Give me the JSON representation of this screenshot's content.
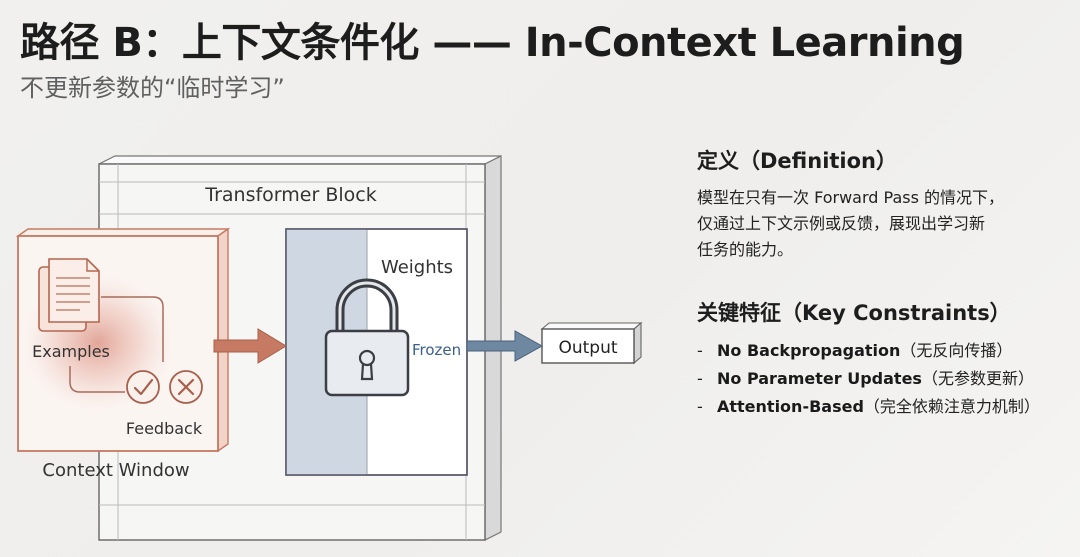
{
  "title": "路径 B：上下文条件化 —— In-Context Learning",
  "subtitle": "不更新参数的“临时学习”",
  "diagram": {
    "transformer_label": "Transformer Block",
    "weights_label": "Weights",
    "frozen_label": "Frozen",
    "output_label": "Output",
    "examples_label": "Examples",
    "feedback_label": "Feedback",
    "context_label": "Context Window",
    "icons": {
      "document": "document-icon",
      "lock": "lock-icon",
      "check": "check-icon",
      "cross": "cross-icon"
    },
    "colors": {
      "context_accent": "#c67a63",
      "flow_arrow": "#6f88a2",
      "weights_fill": "#cfd8e2"
    }
  },
  "definition": {
    "heading": "定义（Definition）",
    "lines": [
      "模型在只有一次 Forward Pass 的情况下，",
      "仅通过上下文示例或反馈，展现出学习新",
      "任务的能力。"
    ]
  },
  "constraints": {
    "heading": "关键特征（Key Constraints）",
    "items": [
      {
        "dash": "-",
        "key": "No Backpropagation",
        "note": "（无反向传播）"
      },
      {
        "dash": "-",
        "key": "No Parameter Updates",
        "note": "（无参数更新）"
      },
      {
        "dash": "-",
        "key": "Attention-Based",
        "note": "（完全依赖注意力机制）"
      }
    ]
  }
}
